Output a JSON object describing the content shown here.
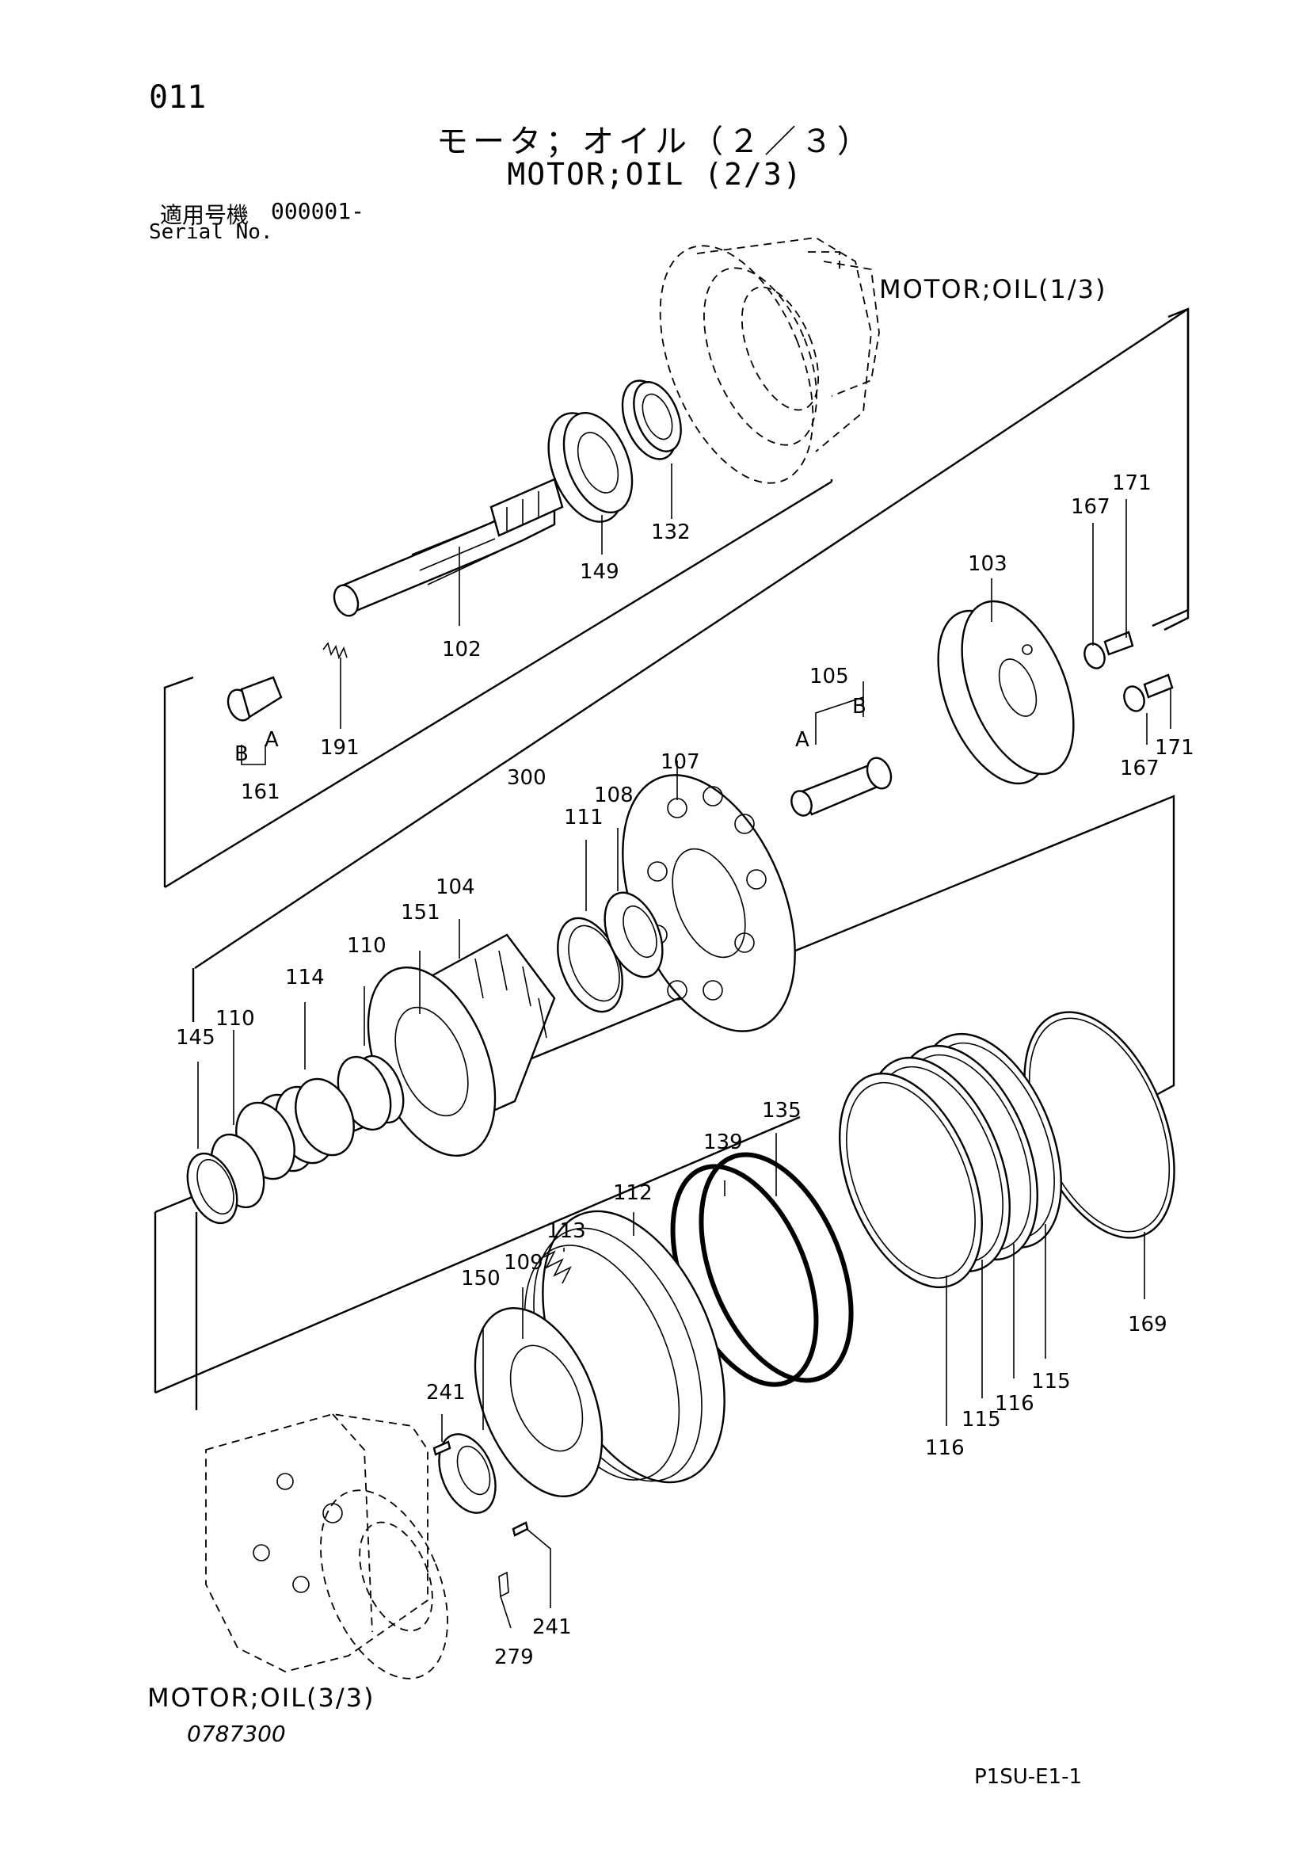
{
  "header": {
    "page_number": "011",
    "title_jp": "モータ；オイル（２／３）",
    "title_en": "MOTOR;OIL (2/3)",
    "serial_label_jp": "適用号機",
    "serial_code": "000001-",
    "serial_label_en": "Serial No."
  },
  "references": {
    "top": "MOTOR;OIL(1/3)",
    "bottom": "MOTOR;OIL(3/3)"
  },
  "footer": {
    "drawing_number": "0787300",
    "sheet_code": "P1SU-E1-1"
  },
  "callouts": {
    "c132": "132",
    "c149": "149",
    "c102": "102",
    "c103": "103",
    "c167a": "167",
    "c171a": "171",
    "c167b": "167",
    "c171b": "171",
    "c191": "191",
    "cB1": "B",
    "cA1": "A",
    "c161": "161",
    "c105": "105",
    "cA2": "A",
    "cB2": "B",
    "c300": "300",
    "c107": "107",
    "c111": "111",
    "c108": "108",
    "c104": "104",
    "c151": "151",
    "c110a": "110",
    "c114": "114",
    "c145": "145",
    "c110b": "110",
    "c135": "135",
    "c139": "139",
    "c112": "112",
    "c113": "113",
    "c109": "109",
    "c150": "150",
    "c241a": "241",
    "c241b": "241",
    "c279": "279",
    "c169": "169",
    "c116a": "116",
    "c115a": "115",
    "c116b": "116",
    "c115b": "115"
  }
}
